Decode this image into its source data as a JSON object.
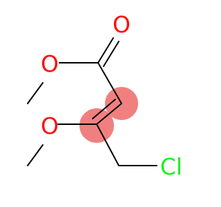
{
  "molecule": {
    "atoms": [
      {
        "id": "o_carbonyl",
        "symbol": "O",
        "color": "#ff0d0d"
      },
      {
        "id": "o_ester",
        "symbol": "O",
        "color": "#ff0d0d"
      },
      {
        "id": "o_methoxy",
        "symbol": "O",
        "color": "#ff0d0d"
      },
      {
        "id": "cl",
        "symbol": "Cl",
        "color": "#1ff01f"
      }
    ],
    "highlight_color": "#f08080",
    "bond_color": "#000000"
  }
}
